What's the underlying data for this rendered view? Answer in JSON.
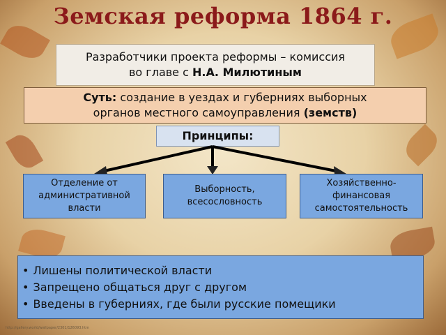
{
  "title": "Земская реформа  1864 г.",
  "developers": {
    "line1": "Разработчики проекта реформы – комиссия",
    "line2_prefix": "во главе с ",
    "line2_name": "Н.А. Милютиным"
  },
  "essence": {
    "label": "Суть:",
    "text1": " создание в уездах и губерниях выборных",
    "text2": "органов местного самоуправления ",
    "text2_bold": "(земств)"
  },
  "principles": {
    "header": "Принципы:",
    "items": [
      {
        "line1": "Отделение от",
        "line2": "административной",
        "line3": "власти"
      },
      {
        "line1": "Выборность,",
        "line2": "всесословность"
      },
      {
        "line1": "Хозяйственно-",
        "line2": "финансовая",
        "line3": "самостоятельность"
      }
    ]
  },
  "results": [
    "Лишены политической власти",
    "Запрещено общаться друг с другом",
    "Введены в губерниях, где были русские помещики"
  ],
  "footer_url": "http://gallery.world/wallpaper/2301/126093.htm",
  "colors": {
    "title": "#8b1a1a",
    "principle_box": "#7aa7e0",
    "essence_box": "#f4cfae",
    "developers_box": "#f1ede6",
    "header_box": "#d8e2f0"
  }
}
